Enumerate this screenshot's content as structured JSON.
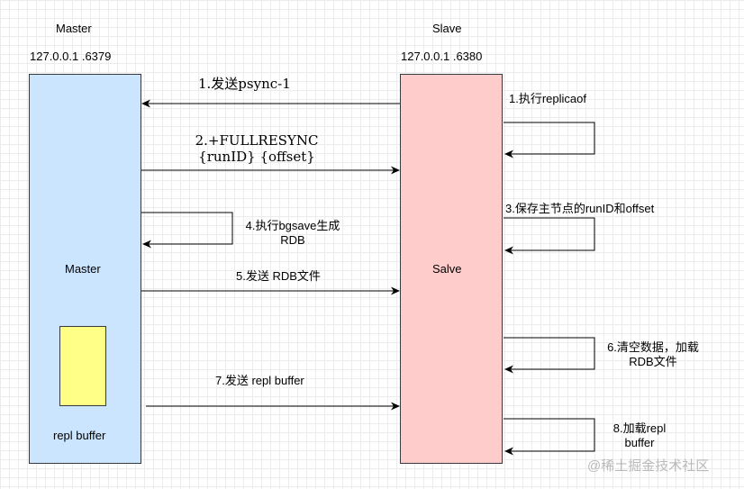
{
  "master": {
    "header": "Master",
    "address": "127.0.0.1 .6379",
    "label": "Master",
    "buffer_label": "repl buffer"
  },
  "slave": {
    "header": "Slave",
    "address": "127.0.0.1 .6380",
    "label": "Salve"
  },
  "steps": {
    "psync": "1.发送psync-1",
    "replicaof": "1.执行replicaof",
    "fullresync_line1": "2.+FULLRESYNC",
    "fullresync_line2": "{runID} {offset}",
    "save_runid": "3.保存主节点的runID和offset",
    "bgsave_line1": "4.执行bgsave生成",
    "bgsave_line2": "RDB",
    "send_rdb": "5.发送 RDB文件",
    "clear_line1": "6.清空数据，加载",
    "clear_line2": "RDB文件",
    "send_buffer": "7.发送 repl buffer",
    "load_buffer_line1": "8.加载repl",
    "load_buffer_line2": "buffer"
  },
  "watermark": "@稀土掘金技术社区",
  "colors": {
    "master_fill": "#cce5ff",
    "slave_fill": "#ffcccc",
    "buffer_fill": "#ffff88",
    "stroke": "#000000"
  }
}
